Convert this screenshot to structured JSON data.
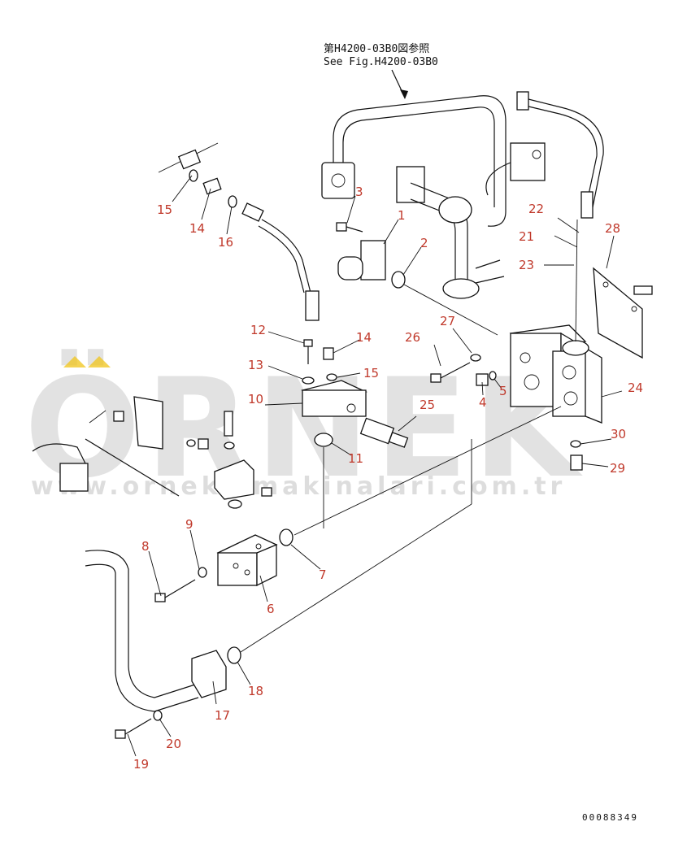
{
  "reference": {
    "line_jp": "第H4200-03B0図参照",
    "line_en": "See Fig.H4200-03B0"
  },
  "callouts": {
    "c1": "1",
    "c2": "2",
    "c3": "3",
    "c4": "4",
    "c5": "5",
    "c6": "6",
    "c7": "7",
    "c8": "8",
    "c9": "9",
    "c10": "10",
    "c11": "11",
    "c12": "12",
    "c13": "13",
    "c14a": "14",
    "c14b": "14",
    "c15a": "15",
    "c15b": "15",
    "c16": "16",
    "c17": "17",
    "c18": "18",
    "c19": "19",
    "c20": "20",
    "c21": "21",
    "c22": "22",
    "c23": "23",
    "c24": "24",
    "c25": "25",
    "c26": "26",
    "c27": "27",
    "c28": "28",
    "c29": "29",
    "c30": "30"
  },
  "watermark": {
    "brand": "ÖRNEK",
    "url": "www.ornekismakinalari.com.tr",
    "accent_color": "#f0c419"
  },
  "document_number": "00088349",
  "colors": {
    "callout": "#c0392b",
    "line": "#111111"
  }
}
